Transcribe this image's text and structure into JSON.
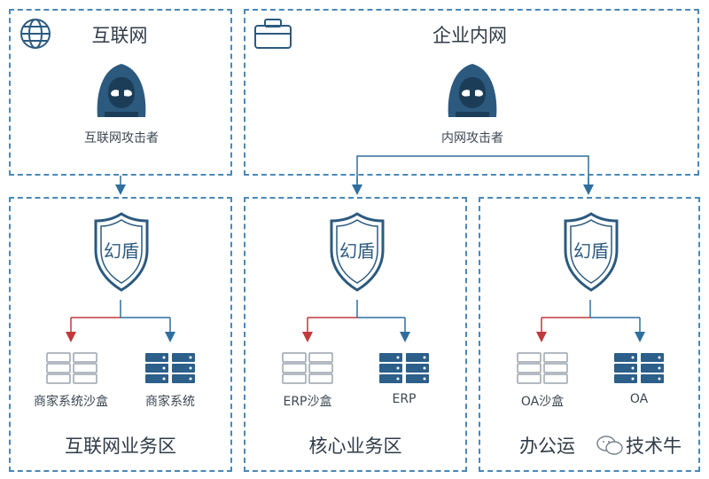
{
  "internet": {
    "title": "互联网",
    "attacker_label": "互联网攻击者"
  },
  "intranet": {
    "title": "企业内网",
    "attacker_label": "内网攻击者"
  },
  "zones": [
    {
      "shield_label": "幻盾",
      "sandbox_label": "商家系统沙盒",
      "system_label": "商家系统",
      "zone_title": "互联网业务区"
    },
    {
      "shield_label": "幻盾",
      "sandbox_label": "ERP沙盒",
      "system_label": "ERP",
      "zone_title": "核心业务区"
    },
    {
      "shield_label": "幻盾",
      "sandbox_label": "OA沙盒",
      "system_label": "OA",
      "zone_title": "办公运"
    }
  ],
  "watermark": {
    "text": "技术牛"
  },
  "colors": {
    "border": "#4a88b8",
    "dark": "#2c5a7f",
    "arrow_blue": "#2f6f9e",
    "arrow_red": "#c0393b",
    "server_dark": "#2c5f8a",
    "server_light": "#9aa4ad"
  },
  "icons": {
    "internet": "globe-icon",
    "intranet": "briefcase-icon",
    "attacker": "hooded-hacker-icon",
    "shield": "shield-icon",
    "server": "server-rack-icon"
  }
}
